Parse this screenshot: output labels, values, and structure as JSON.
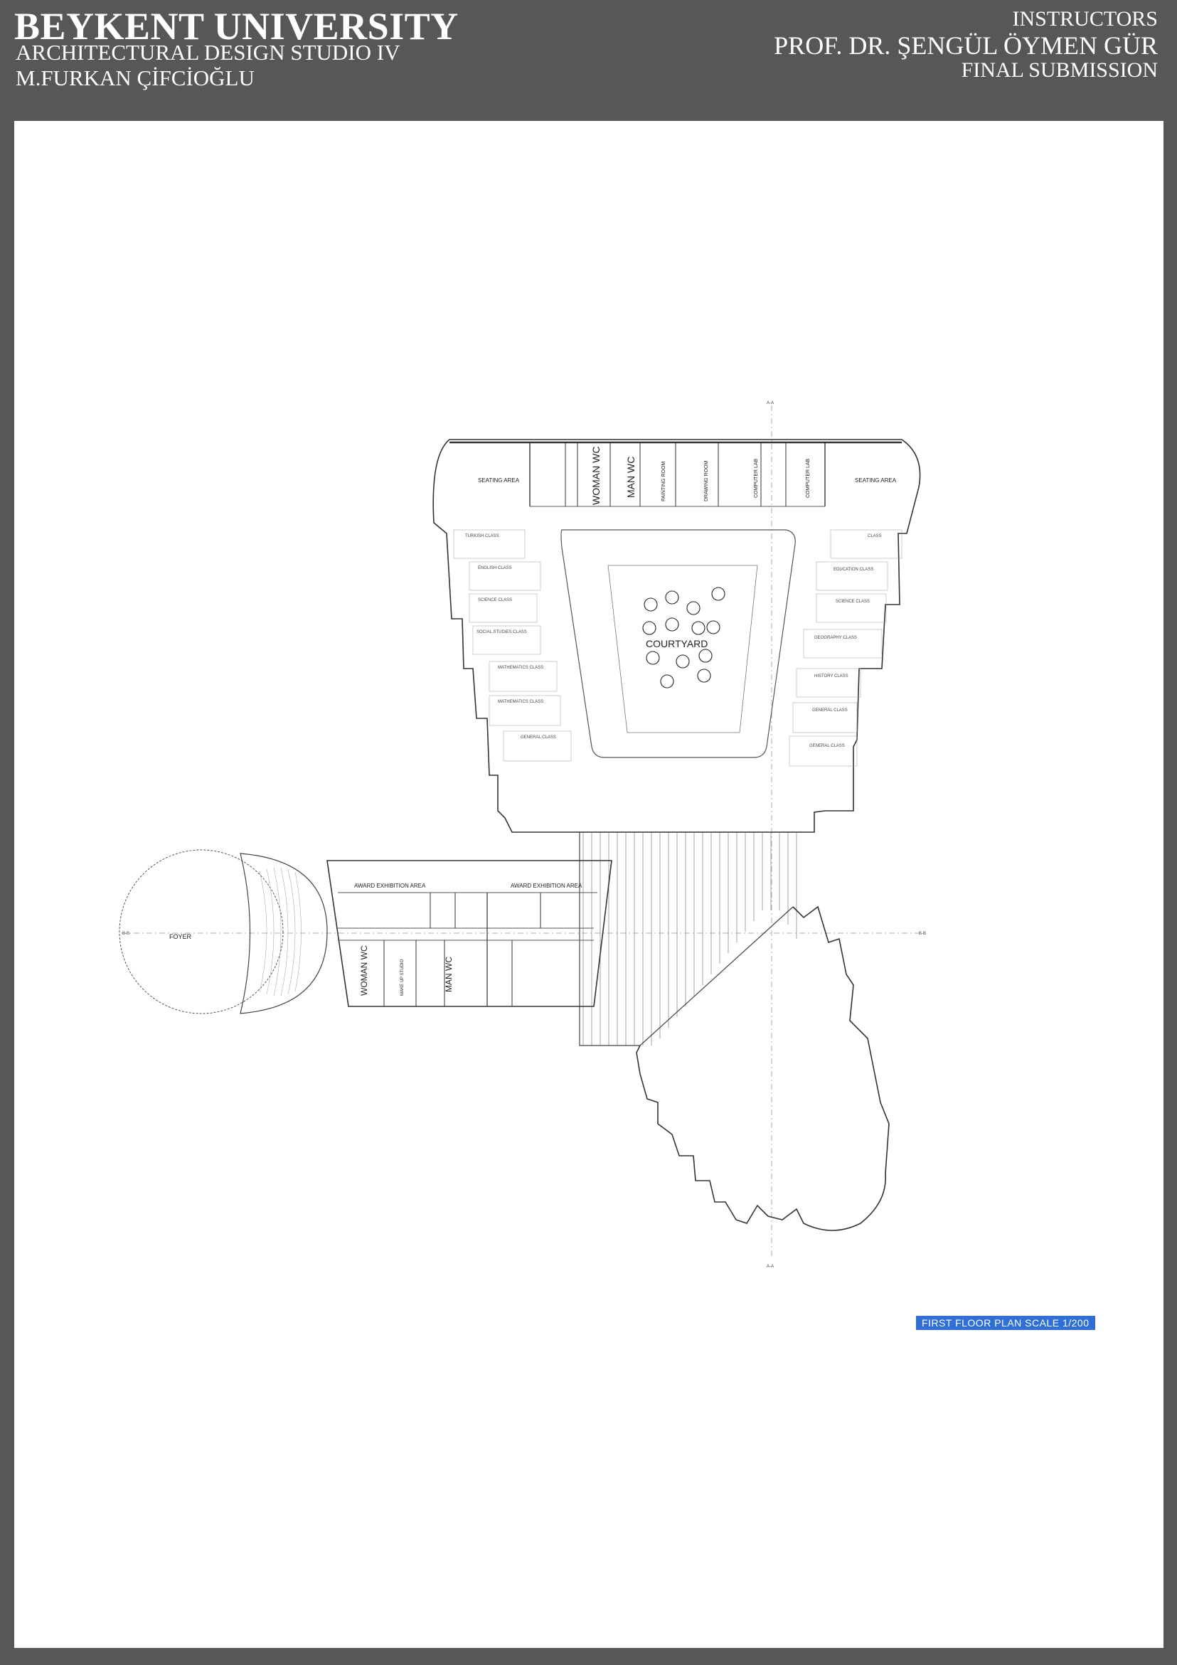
{
  "header": {
    "university": "BEYKENT UNIVERSITY",
    "studio": "ARCHITECTURAL DESIGN STUDIO IV",
    "author": "M.FURKAN ÇİFCİOĞLU",
    "instructors_label": "INSTRUCTORS",
    "instructor": "PROF. DR. ŞENGÜL ÖYMEN GÜR",
    "submission": "FINAL SUBMISSION"
  },
  "plan": {
    "caption": "FIRST FLOOR PLAN SCALE 1/200",
    "section_marks": {
      "top": "A-A",
      "bottom": "A-A",
      "left": "B-B",
      "right": "B-B"
    },
    "rooms": {
      "seating_left": "SEATING AREA",
      "seating_right": "SEATING AREA",
      "woman_wc_top": "WOMAN WC",
      "man_wc_top": "MAN WC",
      "painting_room": "PAINTING ROOM",
      "drawing_room": "DRAWING ROOM",
      "computer_lab_1": "COMPUTER LAB",
      "computer_lab_2": "COMPUTER LAB",
      "courtyard": "COURTYARD",
      "foyer": "FOYER",
      "award_exhibition_1": "AWARD EXHIBITION AREA",
      "award_exhibition_2": "AWARD EXHIBITION AREA",
      "woman_wc_bottom": "WOMAN WC",
      "make_up_studio": "MAKE UP STUDIO",
      "man_wc_bottom": "MAN WC"
    },
    "classrooms_left": [
      "TURKISH CLASS",
      "ENGLISH CLASS",
      "SCIENCE CLASS",
      "SOCIAL STUDIES CLASS",
      "MATHEMATICS CLASS",
      "MATHEMATICS CLASS",
      "GENERAL CLASS"
    ],
    "classrooms_right": [
      "CLASS",
      "EDUCATION CLASS",
      "SCIENCE CLASS",
      "GEOGRAPHY CLASS",
      "HISTORY CLASS",
      "GENERAL CLASS",
      "GENERAL CLASS"
    ]
  }
}
